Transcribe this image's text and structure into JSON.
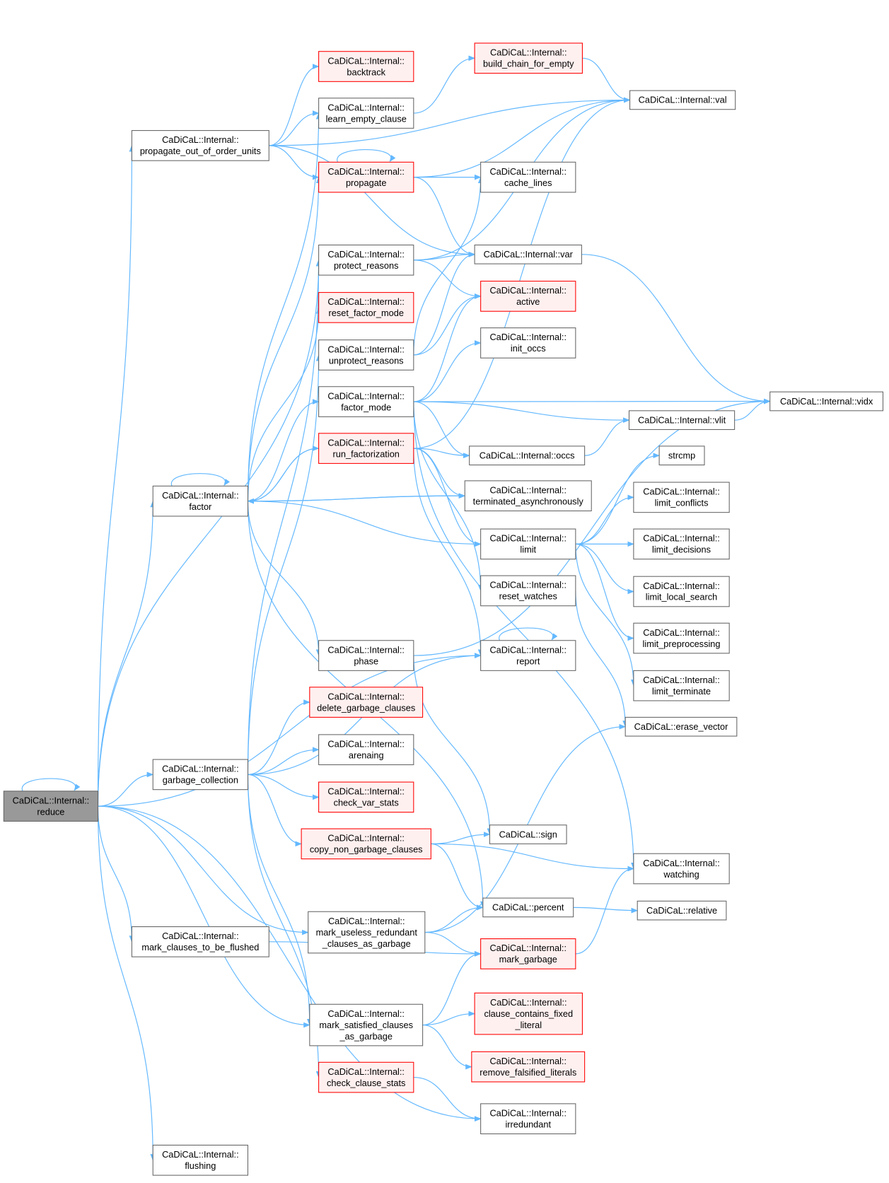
{
  "colors": {
    "edge": "#63b8ff",
    "red_border": "#ff0000",
    "red_fill": "#fff0f0",
    "root_fill": "#999999",
    "border": "#666666"
  },
  "nodes": [
    {
      "id": "reduce",
      "lines": [
        "CaDiCaL::Internal::",
        "reduce"
      ],
      "style": "root"
    },
    {
      "id": "pooou",
      "lines": [
        "CaDiCaL::Internal::",
        "propagate_out_of_order_units"
      ],
      "style": "normal"
    },
    {
      "id": "backtrack",
      "lines": [
        "CaDiCaL::Internal::",
        "backtrack"
      ],
      "style": "red"
    },
    {
      "id": "learn",
      "lines": [
        "CaDiCaL::Internal::",
        "learn_empty_clause"
      ],
      "style": "normal"
    },
    {
      "id": "build",
      "lines": [
        "CaDiCaL::Internal::",
        "build_chain_for_empty"
      ],
      "style": "red"
    },
    {
      "id": "val",
      "lines": [
        "CaDiCaL::Internal::val"
      ],
      "style": "normal"
    },
    {
      "id": "propagate",
      "lines": [
        "CaDiCaL::Internal::",
        "propagate"
      ],
      "style": "red"
    },
    {
      "id": "cache",
      "lines": [
        "CaDiCaL::Internal::",
        "cache_lines"
      ],
      "style": "normal"
    },
    {
      "id": "var",
      "lines": [
        "CaDiCaL::Internal::var"
      ],
      "style": "normal"
    },
    {
      "id": "protect",
      "lines": [
        "CaDiCaL::Internal::",
        "protect_reasons"
      ],
      "style": "normal"
    },
    {
      "id": "active",
      "lines": [
        "CaDiCaL::Internal::",
        "active"
      ],
      "style": "red"
    },
    {
      "id": "resetfm",
      "lines": [
        "CaDiCaL::Internal::",
        "reset_factor_mode"
      ],
      "style": "red"
    },
    {
      "id": "unprotect",
      "lines": [
        "CaDiCaL::Internal::",
        "unprotect_reasons"
      ],
      "style": "normal"
    },
    {
      "id": "initoccs",
      "lines": [
        "CaDiCaL::Internal::",
        "init_occs"
      ],
      "style": "normal"
    },
    {
      "id": "factormode",
      "lines": [
        "CaDiCaL::Internal::",
        "factor_mode"
      ],
      "style": "normal"
    },
    {
      "id": "vidx",
      "lines": [
        "CaDiCaL::Internal::vidx"
      ],
      "style": "normal"
    },
    {
      "id": "vlit",
      "lines": [
        "CaDiCaL::Internal::vlit"
      ],
      "style": "normal"
    },
    {
      "id": "runfact",
      "lines": [
        "CaDiCaL::Internal::",
        "run_factorization"
      ],
      "style": "red"
    },
    {
      "id": "occs",
      "lines": [
        "CaDiCaL::Internal::occs"
      ],
      "style": "normal"
    },
    {
      "id": "strcmp",
      "lines": [
        "strcmp"
      ],
      "style": "normal"
    },
    {
      "id": "factor",
      "lines": [
        "CaDiCaL::Internal::",
        "factor"
      ],
      "style": "normal"
    },
    {
      "id": "termasync",
      "lines": [
        "CaDiCaL::Internal::",
        "terminated_asynchronously"
      ],
      "style": "normal"
    },
    {
      "id": "limconf",
      "lines": [
        "CaDiCaL::Internal::",
        "limit_conflicts"
      ],
      "style": "normal"
    },
    {
      "id": "limit",
      "lines": [
        "CaDiCaL::Internal::",
        "limit"
      ],
      "style": "normal"
    },
    {
      "id": "limdec",
      "lines": [
        "CaDiCaL::Internal::",
        "limit_decisions"
      ],
      "style": "normal"
    },
    {
      "id": "resetw",
      "lines": [
        "CaDiCaL::Internal::",
        "reset_watches"
      ],
      "style": "normal"
    },
    {
      "id": "limls",
      "lines": [
        "CaDiCaL::Internal::",
        "limit_local_search"
      ],
      "style": "normal"
    },
    {
      "id": "limpre",
      "lines": [
        "CaDiCaL::Internal::",
        "limit_preprocessing"
      ],
      "style": "normal"
    },
    {
      "id": "report",
      "lines": [
        "CaDiCaL::Internal::",
        "report"
      ],
      "style": "normal"
    },
    {
      "id": "phase",
      "lines": [
        "CaDiCaL::Internal::",
        "phase"
      ],
      "style": "normal"
    },
    {
      "id": "limterm",
      "lines": [
        "CaDiCaL::Internal::",
        "limit_terminate"
      ],
      "style": "normal"
    },
    {
      "id": "delgc",
      "lines": [
        "CaDiCaL::Internal::",
        "delete_garbage_clauses"
      ],
      "style": "red"
    },
    {
      "id": "erase",
      "lines": [
        "CaDiCaL::erase_vector"
      ],
      "style": "normal"
    },
    {
      "id": "arenaing",
      "lines": [
        "CaDiCaL::Internal::",
        "arenaing"
      ],
      "style": "normal"
    },
    {
      "id": "gc",
      "lines": [
        "CaDiCaL::Internal::",
        "garbage_collection"
      ],
      "style": "normal"
    },
    {
      "id": "cvs",
      "lines": [
        "CaDiCaL::Internal::",
        "check_var_stats"
      ],
      "style": "red"
    },
    {
      "id": "sign",
      "lines": [
        "CaDiCaL::sign"
      ],
      "style": "normal"
    },
    {
      "id": "copyng",
      "lines": [
        "CaDiCaL::Internal::",
        "copy_non_garbage_clauses"
      ],
      "style": "red"
    },
    {
      "id": "watching",
      "lines": [
        "CaDiCaL::Internal::",
        "watching"
      ],
      "style": "normal"
    },
    {
      "id": "percent",
      "lines": [
        "CaDiCaL::percent"
      ],
      "style": "normal"
    },
    {
      "id": "relative",
      "lines": [
        "CaDiCaL::relative"
      ],
      "style": "normal"
    },
    {
      "id": "mur",
      "lines": [
        "CaDiCaL::Internal::",
        "mark_useless_redundant",
        "_clauses_as_garbage"
      ],
      "style": "normal"
    },
    {
      "id": "mctbf",
      "lines": [
        "CaDiCaL::Internal::",
        "mark_clauses_to_be_flushed"
      ],
      "style": "normal"
    },
    {
      "id": "markg",
      "lines": [
        "CaDiCaL::Internal::",
        "mark_garbage"
      ],
      "style": "red"
    },
    {
      "id": "ccfl",
      "lines": [
        "CaDiCaL::Internal::",
        "clause_contains_fixed",
        "_literal"
      ],
      "style": "red"
    },
    {
      "id": "msc",
      "lines": [
        "CaDiCaL::Internal::",
        "mark_satisfied_clauses",
        "_as_garbage"
      ],
      "style": "normal"
    },
    {
      "id": "rfl",
      "lines": [
        "CaDiCaL::Internal::",
        "remove_falsified_literals"
      ],
      "style": "red"
    },
    {
      "id": "ccs",
      "lines": [
        "CaDiCaL::Internal::",
        "check_clause_stats"
      ],
      "style": "red"
    },
    {
      "id": "irred",
      "lines": [
        "CaDiCaL::Internal::",
        "irredundant"
      ],
      "style": "normal"
    },
    {
      "id": "flushing",
      "lines": [
        "CaDiCaL::Internal::",
        "flushing"
      ],
      "style": "normal"
    }
  ],
  "edges": [
    [
      "reduce",
      "reduce"
    ],
    [
      "reduce",
      "pooou"
    ],
    [
      "reduce",
      "factor"
    ],
    [
      "reduce",
      "protect"
    ],
    [
      "reduce",
      "report"
    ],
    [
      "reduce",
      "gc"
    ],
    [
      "reduce",
      "mur"
    ],
    [
      "reduce",
      "mctbf"
    ],
    [
      "reduce",
      "msc"
    ],
    [
      "reduce",
      "irred"
    ],
    [
      "reduce",
      "flushing"
    ],
    [
      "pooou",
      "val"
    ],
    [
      "pooou",
      "backtrack"
    ],
    [
      "pooou",
      "learn"
    ],
    [
      "pooou",
      "propagate"
    ],
    [
      "pooou",
      "var"
    ],
    [
      "learn",
      "build"
    ],
    [
      "build",
      "val"
    ],
    [
      "propagate",
      "propagate"
    ],
    [
      "propagate",
      "val"
    ],
    [
      "propagate",
      "cache"
    ],
    [
      "propagate",
      "var"
    ],
    [
      "protect",
      "val"
    ],
    [
      "protect",
      "var"
    ],
    [
      "protect",
      "active"
    ],
    [
      "unprotect",
      "var"
    ],
    [
      "unprotect",
      "active"
    ],
    [
      "unprotect",
      "cache"
    ],
    [
      "factormode",
      "initoccs"
    ],
    [
      "factormode",
      "active"
    ],
    [
      "factormode",
      "vidx"
    ],
    [
      "factormode",
      "vlit"
    ],
    [
      "factormode",
      "occs"
    ],
    [
      "factormode",
      "resetw"
    ],
    [
      "factormode",
      "watching"
    ],
    [
      "runfact",
      "val"
    ],
    [
      "runfact",
      "occs"
    ],
    [
      "runfact",
      "termasync"
    ],
    [
      "runfact",
      "limit"
    ],
    [
      "runfact",
      "report"
    ],
    [
      "runfact",
      "factor"
    ],
    [
      "factor",
      "factor"
    ],
    [
      "factor",
      "learn"
    ],
    [
      "factor",
      "propagate"
    ],
    [
      "factor",
      "resetfm"
    ],
    [
      "factor",
      "factormode"
    ],
    [
      "factor",
      "runfact"
    ],
    [
      "factor",
      "termasync"
    ],
    [
      "factor",
      "limit"
    ],
    [
      "factor",
      "phase"
    ],
    [
      "factor",
      "percent"
    ],
    [
      "termasync",
      "factor"
    ],
    [
      "var",
      "vidx"
    ],
    [
      "vlit",
      "vidx"
    ],
    [
      "occs",
      "vlit"
    ],
    [
      "limit",
      "strcmp"
    ],
    [
      "limit",
      "limconf"
    ],
    [
      "limit",
      "limdec"
    ],
    [
      "limit",
      "limls"
    ],
    [
      "limit",
      "limpre"
    ],
    [
      "limit",
      "limterm"
    ],
    [
      "resetw",
      "erase"
    ],
    [
      "report",
      "report"
    ],
    [
      "phase",
      "sign"
    ],
    [
      "phase",
      "vidx"
    ],
    [
      "gc",
      "delgc"
    ],
    [
      "gc",
      "arenaing"
    ],
    [
      "gc",
      "cvs"
    ],
    [
      "gc",
      "copyng"
    ],
    [
      "gc",
      "protect"
    ],
    [
      "gc",
      "unprotect"
    ],
    [
      "gc",
      "report"
    ],
    [
      "gc",
      "msc"
    ],
    [
      "gc",
      "ccs"
    ],
    [
      "copyng",
      "sign"
    ],
    [
      "copyng",
      "watching"
    ],
    [
      "copyng",
      "percent"
    ],
    [
      "percent",
      "relative"
    ],
    [
      "mur",
      "percent"
    ],
    [
      "mur",
      "markg"
    ],
    [
      "mur",
      "erase"
    ],
    [
      "mctbf",
      "markg"
    ],
    [
      "markg",
      "watching"
    ],
    [
      "msc",
      "markg"
    ],
    [
      "msc",
      "ccfl"
    ],
    [
      "msc",
      "rfl"
    ],
    [
      "ccs",
      "irred"
    ]
  ]
}
